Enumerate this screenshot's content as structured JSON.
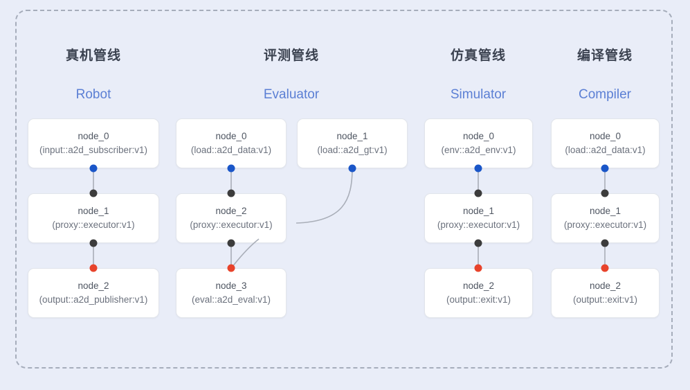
{
  "diagram": {
    "background_color": "#e9edf8",
    "frame_border_color": "#a6adbb",
    "port_colors": {
      "input": "#1a56c8",
      "internal": "#3c3c3c",
      "output": "#e8432b"
    },
    "edge_color": "#a9aeb8",
    "title_cn_color": "#3b4250",
    "title_en_color": "#5b7fd4"
  },
  "columns": [
    {
      "id": "robot",
      "title_cn": "真机管线",
      "title_en": "Robot",
      "nodes": [
        {
          "id": "node_0",
          "type": "(input::a2d_subscriber:v1)"
        },
        {
          "id": "node_1",
          "type": "(proxy::executor:v1)"
        },
        {
          "id": "node_2",
          "type": "(output::a2d_publisher:v1)"
        }
      ]
    },
    {
      "id": "evaluator",
      "title_cn": "评测管线",
      "title_en": "Evaluator",
      "nodes": [
        {
          "id": "node_0",
          "type": "(load::a2d_data:v1)"
        },
        {
          "id": "node_1",
          "type": "(load::a2d_gt:v1)"
        },
        {
          "id": "node_2",
          "type": "(proxy::executor:v1)"
        },
        {
          "id": "node_3",
          "type": "(eval::a2d_eval:v1)"
        }
      ]
    },
    {
      "id": "simulator",
      "title_cn": "仿真管线",
      "title_en": "Simulator",
      "nodes": [
        {
          "id": "node_0",
          "type": "(env::a2d_env:v1)"
        },
        {
          "id": "node_1",
          "type": "(proxy::executor:v1)"
        },
        {
          "id": "node_2",
          "type": "(output::exit:v1)"
        }
      ]
    },
    {
      "id": "compiler",
      "title_cn": "编译管线",
      "title_en": "Compiler",
      "nodes": [
        {
          "id": "node_0",
          "type": "(load::a2d_data:v1)"
        },
        {
          "id": "node_1",
          "type": "(proxy::executor:v1)"
        },
        {
          "id": "node_2",
          "type": "(output::exit:v1)"
        }
      ]
    }
  ]
}
